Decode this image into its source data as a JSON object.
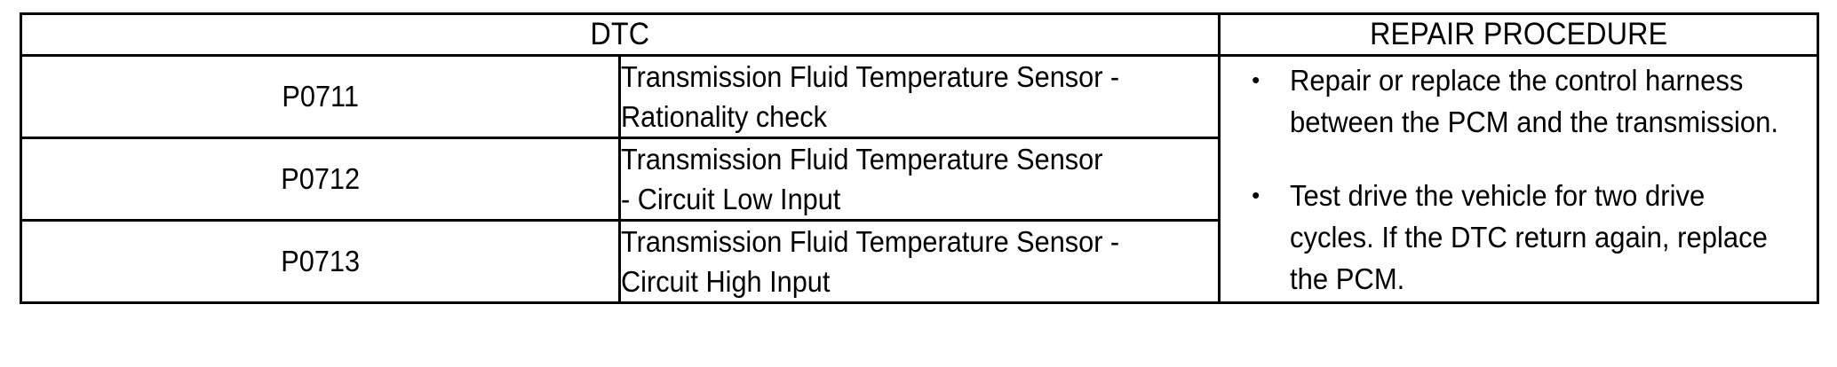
{
  "table": {
    "headers": {
      "dtc": "DTC",
      "repair_procedure": "REPAIR PROCEDURE"
    },
    "rows": [
      {
        "code": "P0711",
        "description_lines": [
          "Transmission Fluid Temperature Sensor -",
          "Rationality check"
        ],
        "description": "Transmission Fluid Temperature Sensor - Rationality check"
      },
      {
        "code": "P0712",
        "description_lines": [
          "Transmission Fluid Temperature Sensor",
          "- Circuit Low Input"
        ],
        "description": "Transmission Fluid Temperature Sensor - Circuit Low Input"
      },
      {
        "code": "P0713",
        "description_lines": [
          "Transmission Fluid Temperature Sensor -",
          "Circuit High Input"
        ],
        "description": "Transmission Fluid Temperature Sensor - Circuit High Input"
      }
    ],
    "repair_procedure": {
      "bullet_marker": "•",
      "items": [
        {
          "lines": [
            "Repair or replace the control harness",
            "between the PCM and the transmission."
          ],
          "text": "Repair or replace the control harness between the PCM and the transmission."
        },
        {
          "lines": [
            "Test drive the vehicle for two drive",
            "cycles. If the DTC return again, replace",
            "the PCM."
          ],
          "text": "Test drive the vehicle for two drive cycles. If the DTC return again, replace the PCM."
        }
      ]
    }
  },
  "colors": {
    "border": "#000000",
    "text": "#000000",
    "background": "#ffffff"
  }
}
